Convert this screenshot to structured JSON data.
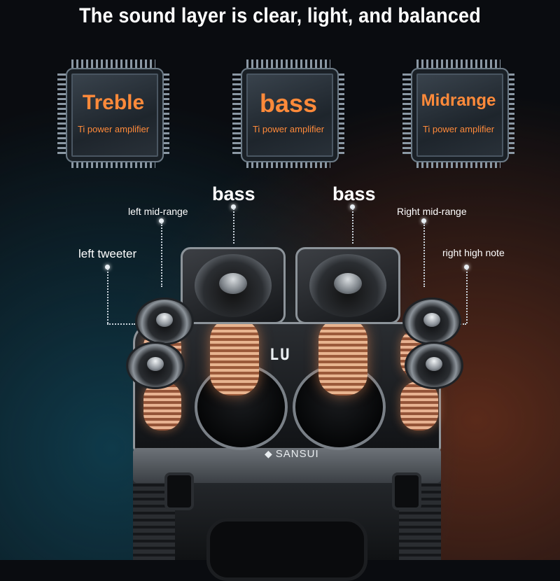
{
  "headline": "The sound layer is clear, light, and balanced",
  "chips": [
    {
      "title": "Treble",
      "subtitle": "Ti power amplifier"
    },
    {
      "title": "bass",
      "subtitle": "Ti power amplifier"
    },
    {
      "title": "Midrange",
      "subtitle": "Ti power amplifier"
    }
  ],
  "callouts": {
    "bass_left": "bass",
    "bass_right": "bass",
    "left_mid_range": "left mid-range",
    "right_mid_range": "Right mid-range",
    "left_tweeter": "left tweeter",
    "right_high_note": "right high note"
  },
  "speaker": {
    "brand": "SANSUI",
    "display": "LU"
  },
  "colors": {
    "chip_text": "#ff8a3a",
    "background": "#0a0c10"
  },
  "icons": [
    "chip-icon",
    "woofer-icon",
    "tweeter-icon",
    "brand-logo-icon"
  ]
}
